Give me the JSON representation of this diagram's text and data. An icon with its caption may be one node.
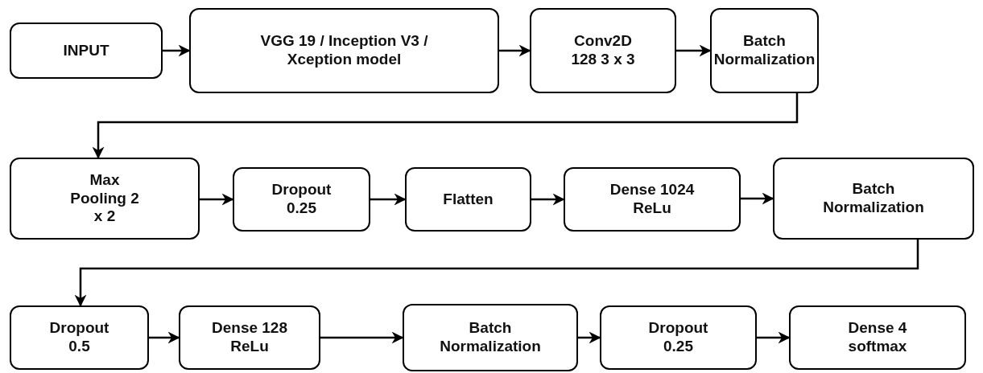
{
  "diagram": {
    "nodes": [
      {
        "text": [
          "INPUT"
        ]
      },
      {
        "text": [
          "VGG 19 / Inception V3 / Xception model"
        ]
      },
      {
        "text": [
          "Conv2D 128 3 x 3"
        ]
      },
      {
        "text": [
          "Batch Normalization"
        ]
      },
      {
        "text": [
          "Max Pooling 2 x 2"
        ]
      },
      {
        "text": [
          "Dropout 0.25"
        ]
      },
      {
        "text": [
          "Flatten"
        ]
      },
      {
        "text": [
          "Dense 1024 ReLu"
        ]
      },
      {
        "text": [
          "Batch Normalization"
        ]
      },
      {
        "text": [
          "Dropout 0.5"
        ]
      },
      {
        "text": [
          "Dense 128 ReLu"
        ]
      },
      {
        "text": [
          "Batch Normalization"
        ]
      },
      {
        "text": [
          "Dropout 0.25"
        ]
      },
      {
        "text": [
          "Dense 4 softmax"
        ]
      }
    ],
    "edges": [
      {
        "from": 0,
        "to": 1,
        "arrow": "to"
      },
      {
        "from": 1,
        "to": 2,
        "arrow": "to"
      },
      {
        "from": 2,
        "to": 3,
        "arrow": "to"
      },
      {
        "from": 3,
        "to": 4,
        "arrow": "to"
      },
      {
        "from": 4,
        "to": 5,
        "arrow": "to"
      },
      {
        "from": 5,
        "to": 6,
        "arrow": "to"
      },
      {
        "from": 6,
        "to": 7,
        "arrow": "to"
      },
      {
        "from": 7,
        "to": 8,
        "arrow": "to"
      },
      {
        "from": 8,
        "to": 9,
        "arrow": "to"
      },
      {
        "from": 9,
        "to": 10,
        "arrow": "to"
      },
      {
        "from": 10,
        "to": 11,
        "arrow": "to"
      },
      {
        "from": 11,
        "to": 12,
        "arrow": "to"
      },
      {
        "from": 12,
        "to": 13,
        "arrow": "to"
      }
    ]
  }
}
